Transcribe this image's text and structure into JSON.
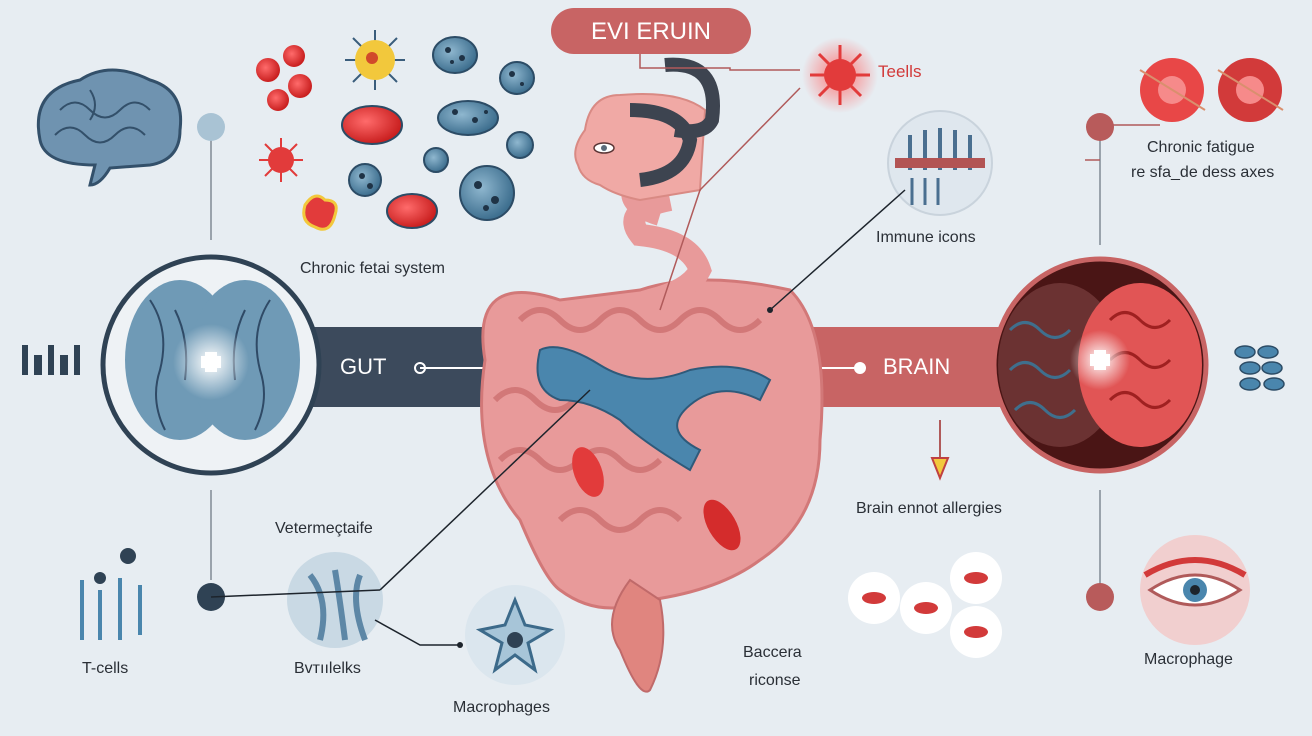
{
  "title": "EVI ERUIN",
  "center_bars": {
    "left_label": "GUT",
    "right_label": "BRAIN"
  },
  "labels": {
    "top_right_cells": "Teells",
    "chronic_system": "Chronic fetai system",
    "immune_icons": "Immune icons",
    "chronic_fatigue_line1": "Chronic fatigue",
    "chronic_fatigue_line2": "re sfa_de dess axes",
    "brain_allergies": "Brain ennot allergies",
    "vetermectaife": "Vetermeçtaife",
    "t_cells": "T-cells",
    "bvtiulelks": "Bvтıılelks",
    "macrophages": "Macrophages",
    "bactera_line1": "Baccera",
    "bactera_line2": "riconse",
    "macrophage": "Macrophage"
  },
  "colors": {
    "background": "#e7edf2",
    "gut_bar": "#3c4a5c",
    "brain_bar": "#c86464",
    "title_pill": "#c86464",
    "intestine": "#e89a9a",
    "intestine_dark": "#d27878",
    "blue_organ": "#4a86ad",
    "accent_red": "#e23b3b"
  },
  "icons": [
    "brain-icon",
    "lymph-node-icon",
    "red-blood-cells-icon",
    "virus-icon",
    "bacteria-icon",
    "human-head-icon",
    "intestine-icon",
    "inflamed-cell-icon",
    "immune-cells-icon",
    "inflamed-brain-icon",
    "eye-icon",
    "t-cells-icon",
    "nerve-cell-icon",
    "macrophage-icon",
    "blood-cell-cluster-icon"
  ]
}
